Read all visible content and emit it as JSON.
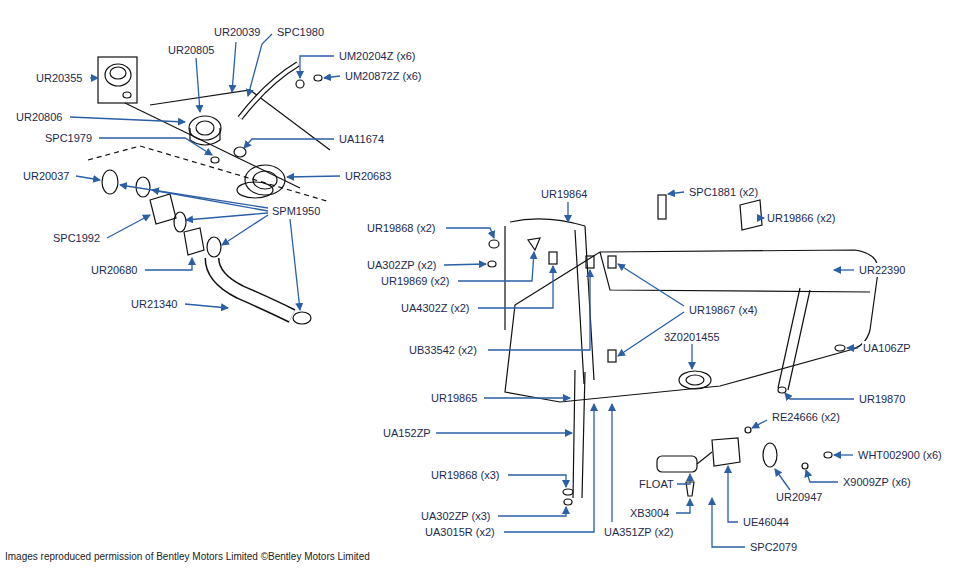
{
  "diagram": {
    "labels": [
      "UR20039",
      "SPC1980",
      "UR20805",
      "UM20204Z (x6)",
      "UR20355",
      "UM20872Z (x6)",
      "UR20806",
      "SPC1979",
      "UA11674",
      "UR20037",
      "UR20683",
      "SPM1950",
      "SPC1992",
      "UR20680",
      "UR21340",
      "UR19864",
      "SPC1881 (x2)",
      "UR19866 (x2)",
      "UR19868 (x2)",
      "UA302ZP (x2)",
      "UR19869 (x2)",
      "UR22390",
      "UR19867 (x4)",
      "UA4302Z (x2)",
      "3Z0201455",
      "UB33542 (x2)",
      "UA106ZP",
      "UR19865",
      "UR19870",
      "RE24666 (x2)",
      "UA152ZP",
      "WHT002900 (x6)",
      "UR19868 (x3)",
      "X9009ZP (x6)",
      "FLOAT",
      "UR20947",
      "UA302ZP (x3)",
      "XB3004",
      "UE46044",
      "UA3015R (x2)",
      "UA351ZP (x2)",
      "SPC2079",
      "Images reproduced permission of Bentley Motors Limited ©Bentley Motors Limited"
    ]
  }
}
